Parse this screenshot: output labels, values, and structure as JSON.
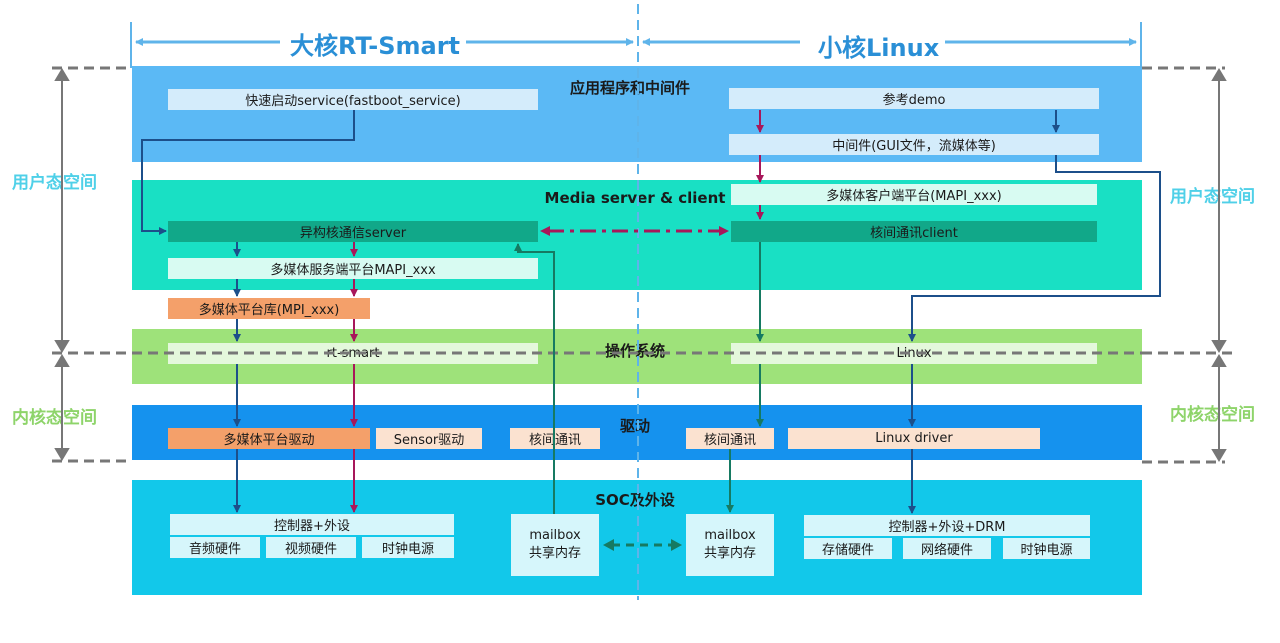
{
  "cores": {
    "left_title": "大核RT-Smart",
    "right_title": "小核Linux"
  },
  "side_labels": {
    "user_left": "用户态空间",
    "kernel_left": "内核态空间",
    "user_right": "用户态空间",
    "kernel_right": "内核态空间"
  },
  "layers": {
    "app": "应用程序和中间件",
    "media": "Media server & client",
    "os": "操作系统",
    "driver": "驱动",
    "soc": "SOC及外设"
  },
  "boxes": {
    "fastboot": "快速启动service(fastboot_service)",
    "demo": "参考demo",
    "middleware": "中间件(GUI文件，流媒体等)",
    "mm_client": "多媒体客户端平台(MAPI_xxx)",
    "hetero_server": "异构核通信server",
    "ipc_client": "核间通讯client",
    "mm_server": "多媒体服务端平台MAPI_xxx",
    "mpi": "多媒体平台库(MPI_xxx)",
    "rtsmart": "rt-smart",
    "linux": "Linux",
    "mm_driver": "多媒体平台驱动",
    "sensor_driver": "Sensor驱动",
    "ipc_left": "核间通讯",
    "ipc_right": "核间通讯",
    "linux_driver": "Linux driver",
    "ctrl_left": "控制器+外设",
    "audio_hw": "音频硬件",
    "video_hw": "视频硬件",
    "clock_left": "时钟电源",
    "mailbox_left_1": "mailbox",
    "mailbox_left_2": "共享内存",
    "mailbox_right_1": "mailbox",
    "mailbox_right_2": "共享内存",
    "ctrl_right": "控制器+外设+DRM",
    "storage_hw": "存储硬件",
    "network_hw": "网络硬件",
    "clock_right": "时钟电源"
  },
  "colors": {
    "core_title": "#2a8fd6",
    "user_space": "#4fd0e8",
    "kernel_space": "#8ed46a",
    "app_layer": "#5bb9f5",
    "media_layer": "#19e0c4",
    "os_layer": "#9ee27a",
    "driver_layer": "#1592ee",
    "soc_layer": "#12c8ea",
    "arrow_blue": "#1c4f8a",
    "arrow_magenta": "#a8175a",
    "arrow_teal": "#167a62"
  }
}
